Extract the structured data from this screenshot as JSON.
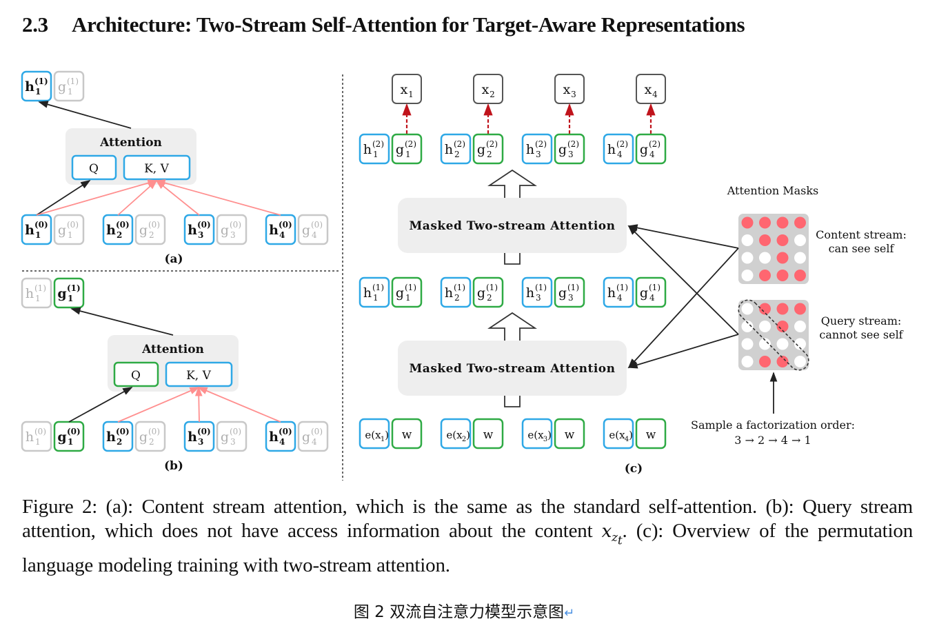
{
  "section": {
    "number": "2.3",
    "title": "Architecture: Two-Stream Self-Attention for Target-Aware Representations"
  },
  "colors": {
    "content_stream": "#2ea8e6",
    "query_stream": "#2eaa44",
    "inactive": "#c8c8c8",
    "attention_flow": "#ff8f8f",
    "prediction_arrow": "#c0141c",
    "mask_visible": "#ff6670",
    "mask_hidden": "#ffffff",
    "panel_bg": "#eeeeee",
    "mask_bg": "#d0d0d0"
  },
  "panel_a": {
    "label": "(a)",
    "attention_title": "Attention",
    "q_label": "Q",
    "kv_label": "K, V",
    "output": [
      {
        "sym": "h",
        "sub": "1",
        "sup": "(1)",
        "state": "content"
      },
      {
        "sym": "g",
        "sub": "1",
        "sup": "(1)",
        "state": "inactive"
      }
    ],
    "inputs": [
      {
        "sym": "h",
        "sub": "1",
        "sup": "(0)",
        "state": "content"
      },
      {
        "sym": "g",
        "sub": "1",
        "sup": "(0)",
        "state": "inactive"
      },
      {
        "sym": "h",
        "sub": "2",
        "sup": "(0)",
        "state": "content"
      },
      {
        "sym": "g",
        "sub": "2",
        "sup": "(0)",
        "state": "inactive"
      },
      {
        "sym": "h",
        "sub": "3",
        "sup": "(0)",
        "state": "content"
      },
      {
        "sym": "g",
        "sub": "3",
        "sup": "(0)",
        "state": "inactive"
      },
      {
        "sym": "h",
        "sub": "4",
        "sup": "(0)",
        "state": "content"
      },
      {
        "sym": "g",
        "sub": "4",
        "sup": "(0)",
        "state": "inactive"
      }
    ]
  },
  "panel_b": {
    "label": "(b)",
    "attention_title": "Attention",
    "q_label": "Q",
    "kv_label": "K, V",
    "output": [
      {
        "sym": "h",
        "sub": "1",
        "sup": "(1)",
        "state": "inactive"
      },
      {
        "sym": "g",
        "sub": "1",
        "sup": "(1)",
        "state": "query"
      }
    ],
    "inputs": [
      {
        "sym": "h",
        "sub": "1",
        "sup": "(0)",
        "state": "inactive"
      },
      {
        "sym": "g",
        "sub": "1",
        "sup": "(0)",
        "state": "query"
      },
      {
        "sym": "h",
        "sub": "2",
        "sup": "(0)",
        "state": "content"
      },
      {
        "sym": "g",
        "sub": "2",
        "sup": "(0)",
        "state": "inactive"
      },
      {
        "sym": "h",
        "sub": "3",
        "sup": "(0)",
        "state": "content"
      },
      {
        "sym": "g",
        "sub": "3",
        "sup": "(0)",
        "state": "inactive"
      },
      {
        "sym": "h",
        "sub": "4",
        "sup": "(0)",
        "state": "content"
      },
      {
        "sym": "g",
        "sub": "4",
        "sup": "(0)",
        "state": "inactive"
      }
    ]
  },
  "panel_c": {
    "label": "(c)",
    "targets": [
      "x1",
      "x2",
      "x3",
      "x4"
    ],
    "target_subs": [
      "1",
      "2",
      "3",
      "4"
    ],
    "layer2": [
      "(2)",
      "(2)",
      "(2)",
      "(2)"
    ],
    "layer1": [
      "(1)",
      "(1)",
      "(1)",
      "(1)"
    ],
    "embed_labels": [
      "e(x",
      "e(x",
      "e(x",
      "e(x"
    ],
    "query_init": "w",
    "block_label": "Masked Two-stream Attention",
    "masks_title": "Attention Masks",
    "content_mask": {
      "caption_line1": "Content stream:",
      "caption_line2": "can see self",
      "grid": [
        [
          1,
          1,
          1,
          1
        ],
        [
          0,
          1,
          1,
          0
        ],
        [
          0,
          0,
          1,
          0
        ],
        [
          0,
          1,
          1,
          1
        ]
      ]
    },
    "query_mask": {
      "caption_line1": "Query stream:",
      "caption_line2": "cannot see self",
      "grid": [
        [
          0,
          1,
          1,
          1
        ],
        [
          0,
          0,
          1,
          0
        ],
        [
          0,
          0,
          0,
          0
        ],
        [
          0,
          1,
          1,
          0
        ]
      ]
    },
    "order_label": "Sample a factorization order:",
    "order": [
      "3",
      "2",
      "4",
      "1"
    ]
  },
  "caption": {
    "part1": "Figure 2: (a): Content stream attention, which is the same as the standard self-attention. (b): Query stream attention, which does not have access information about the content ",
    "math_var": "x",
    "math_sub": "z",
    "math_subsub": "t",
    "part2": ". (c): Overview of the permutation language modeling training with two-stream attention."
  },
  "chinese_caption": "图 2  双流自注意力模型示意图",
  "return_mark": "↵"
}
